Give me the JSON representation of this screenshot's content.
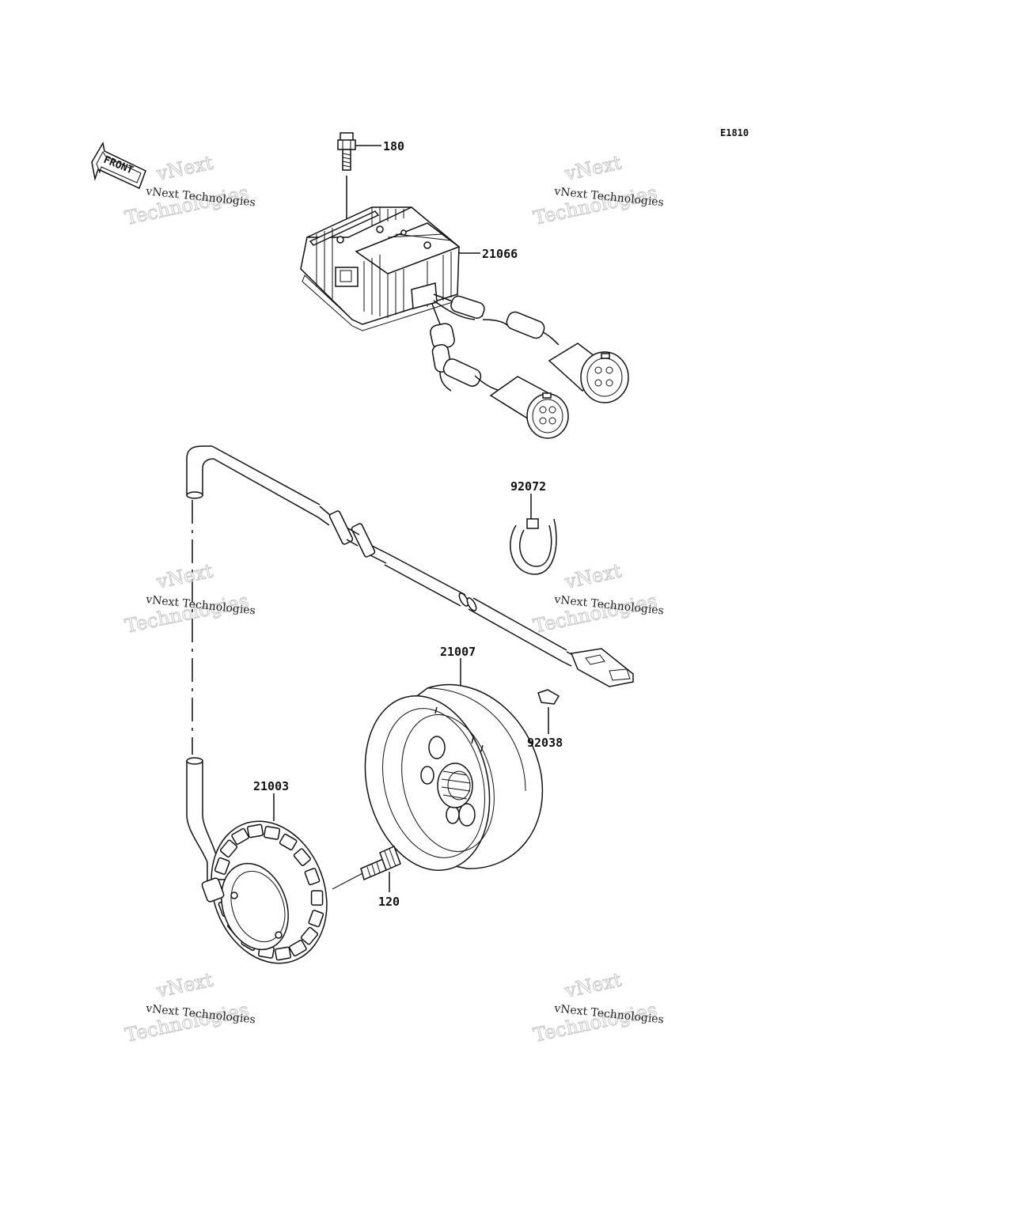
{
  "diagram": {
    "code": "E1810",
    "front_label": "FRONT",
    "parts": [
      {
        "number": "180"
      },
      {
        "number": "21066"
      },
      {
        "number": "92072"
      },
      {
        "number": "21007"
      },
      {
        "number": "92038"
      },
      {
        "number": "21003"
      },
      {
        "number": "120"
      }
    ]
  },
  "watermark": {
    "line1": "vNext",
    "line2": "vNext Technologies",
    "line3": "Technologies"
  }
}
